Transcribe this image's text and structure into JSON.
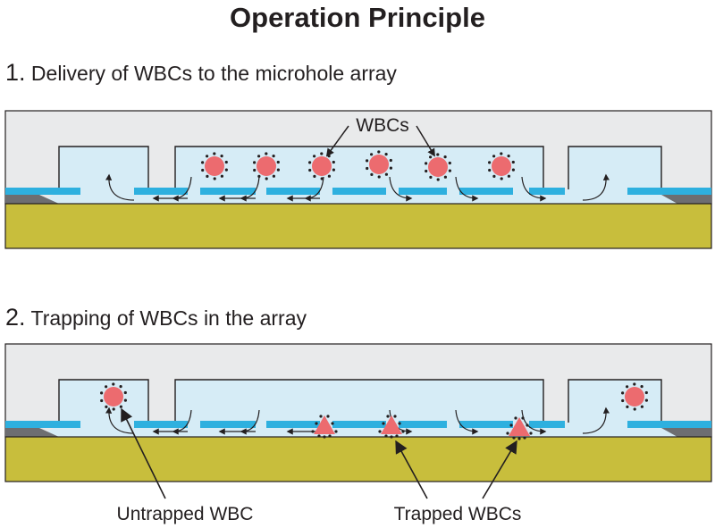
{
  "title": "Operation Principle",
  "steps": [
    {
      "number": "1.",
      "label": "Delivery of WBCs to the microhole array"
    },
    {
      "number": "2.",
      "label": "Trapping of WBCs in the array"
    }
  ],
  "annotations": {
    "wbcs": "WBCs",
    "untrapped": "Untrapped WBC",
    "trapped": "Trapped WBCs"
  },
  "colors": {
    "housing": "#e9eaeb",
    "channel": "#d6ecf6",
    "membrane": "#2eb0df",
    "substrate": "#c8be3c",
    "spacer": "#6d6e71",
    "cell": "#ec6b6f",
    "outline": "#231f20"
  }
}
